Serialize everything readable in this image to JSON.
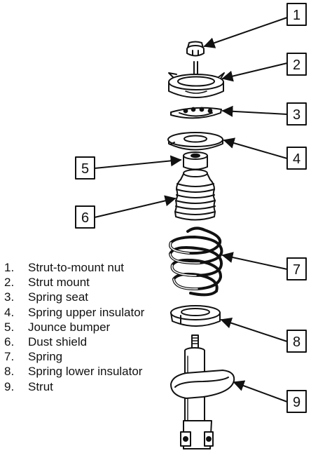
{
  "callouts": [
    "1",
    "2",
    "3",
    "4",
    "5",
    "6",
    "7",
    "8",
    "9"
  ],
  "legend": [
    {
      "num": "1.",
      "text": "Strut-to-mount nut"
    },
    {
      "num": "2.",
      "text": "Strut mount"
    },
    {
      "num": "3.",
      "text": "Spring seat"
    },
    {
      "num": "4.",
      "text": "Spring upper insulator"
    },
    {
      "num": "5.",
      "text": "Jounce bumper"
    },
    {
      "num": "6.",
      "text": "Dust shield"
    },
    {
      "num": "7.",
      "text": "Spring"
    },
    {
      "num": "8.",
      "text": "Spring lower insulator"
    },
    {
      "num": "9.",
      "text": "Strut"
    }
  ],
  "colors": {
    "ink": "#111111",
    "paper": "#ffffff",
    "shade": "#cfcfcf"
  }
}
